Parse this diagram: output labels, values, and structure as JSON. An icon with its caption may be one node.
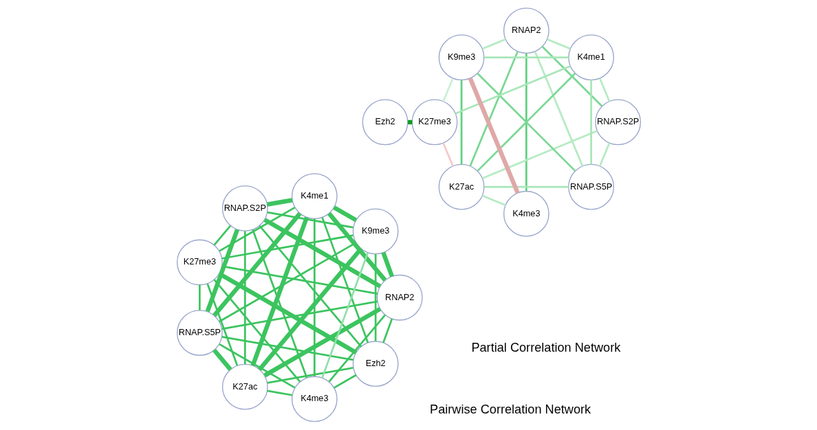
{
  "diagram": {
    "nodes": [
      {
        "text": [
          "Ezh2"
        ]
      },
      {
        "text": [
          "RNAP2"
        ]
      },
      {
        "text": [
          "K27ac"
        ]
      },
      {
        "text": [
          "RNAP.S5P"
        ]
      },
      {
        "text": [
          "K27me3"
        ]
      },
      {
        "text": [
          "RNAP.S2P"
        ]
      },
      {
        "text": [
          "K4me1"
        ]
      },
      {
        "text": [
          "K9me3"
        ]
      },
      {
        "text": [
          "K4me3"
        ]
      },
      {
        "text": [
          "Ezh2"
        ]
      },
      {
        "text": [
          "RNAP2"
        ]
      },
      {
        "text": [
          "K27ac"
        ]
      },
      {
        "text": [
          "RNAP.S5P"
        ]
      },
      {
        "text": [
          "K27me3"
        ]
      },
      {
        "text": [
          "RNAP.S2P"
        ]
      },
      {
        "text": [
          "K4me1"
        ]
      },
      {
        "text": [
          "K9me3"
        ]
      },
      {
        "text": [
          "K4me3"
        ]
      }
    ],
    "edges": [
      {
        "from": 0,
        "to": 1,
        "arrow": "none"
      },
      {
        "from": 0,
        "to": 2,
        "arrow": "none"
      },
      {
        "from": 0,
        "to": 3,
        "arrow": "none"
      },
      {
        "from": 0,
        "to": 4,
        "arrow": "none",
        "style": "thick"
      },
      {
        "from": 0,
        "to": 5,
        "arrow": "none"
      },
      {
        "from": 0,
        "to": 6,
        "arrow": "none"
      },
      {
        "from": 0,
        "to": 7,
        "arrow": "none"
      },
      {
        "from": 0,
        "to": 8,
        "arrow": "none"
      },
      {
        "from": 1,
        "to": 2,
        "arrow": "none",
        "style": "thick"
      },
      {
        "from": 1,
        "to": 3,
        "arrow": "none"
      },
      {
        "from": 1,
        "to": 4,
        "arrow": "none"
      },
      {
        "from": 1,
        "to": 5,
        "arrow": "none",
        "style": "thick"
      },
      {
        "from": 1,
        "to": 6,
        "arrow": "none",
        "style": "thick"
      },
      {
        "from": 1,
        "to": 7,
        "arrow": "none",
        "style": "thick"
      },
      {
        "from": 1,
        "to": 8,
        "arrow": "none"
      },
      {
        "from": 2,
        "to": 3,
        "arrow": "none",
        "style": "thick"
      },
      {
        "from": 2,
        "to": 4,
        "arrow": "none"
      },
      {
        "from": 2,
        "to": 5,
        "arrow": "none"
      },
      {
        "from": 2,
        "to": 6,
        "arrow": "none",
        "style": "thick"
      },
      {
        "from": 2,
        "to": 7,
        "arrow": "none",
        "style": "thick"
      },
      {
        "from": 2,
        "to": 8,
        "arrow": "none"
      },
      {
        "from": 3,
        "to": 4,
        "arrow": "none"
      },
      {
        "from": 3,
        "to": 5,
        "arrow": "none",
        "style": "thick"
      },
      {
        "from": 3,
        "to": 6,
        "arrow": "none",
        "style": "thick"
      },
      {
        "from": 3,
        "to": 7,
        "arrow": "none"
      },
      {
        "from": 3,
        "to": 8,
        "arrow": "none"
      },
      {
        "from": 4,
        "to": 5,
        "arrow": "none"
      },
      {
        "from": 4,
        "to": 6,
        "arrow": "none"
      },
      {
        "from": 4,
        "to": 7,
        "arrow": "none"
      },
      {
        "from": 4,
        "to": 8,
        "arrow": "none"
      },
      {
        "from": 5,
        "to": 6,
        "arrow": "none",
        "style": "thick"
      },
      {
        "from": 5,
        "to": 7,
        "arrow": "none"
      },
      {
        "from": 5,
        "to": 8,
        "arrow": "none"
      },
      {
        "from": 6,
        "to": 7,
        "arrow": "none",
        "style": "thick"
      },
      {
        "from": 6,
        "to": 8,
        "arrow": "none"
      },
      {
        "from": 7,
        "to": 8,
        "arrow": "none",
        "color": "#8fe0a8"
      },
      {
        "from": 9,
        "to": 13,
        "arrow": "none",
        "style": "thick",
        "color": "#0a9e1e"
      },
      {
        "from": 10,
        "to": 11,
        "arrow": "none",
        "color": "#7ad894"
      },
      {
        "from": 10,
        "to": 17,
        "arrow": "none",
        "color": "#5fd07f"
      },
      {
        "from": 10,
        "to": 14,
        "arrow": "none",
        "color": "#7ad894"
      },
      {
        "from": 10,
        "to": 12,
        "arrow": "none",
        "color": "#b5ebc3"
      },
      {
        "from": 10,
        "to": 16,
        "arrow": "none",
        "color": "#b5ebc3"
      },
      {
        "from": 10,
        "to": 15,
        "arrow": "none",
        "color": "#b5ebc3"
      },
      {
        "from": 11,
        "to": 16,
        "arrow": "none",
        "color": "#5fd07f"
      },
      {
        "from": 11,
        "to": 12,
        "arrow": "none",
        "color": "#a8e6b8"
      },
      {
        "from": 11,
        "to": 15,
        "arrow": "none",
        "color": "#7ad894"
      },
      {
        "from": 11,
        "to": 14,
        "arrow": "none",
        "color": "#b5ebc3"
      },
      {
        "from": 11,
        "to": 17,
        "arrow": "none",
        "color": "#b5ebc3"
      },
      {
        "from": 11,
        "to": 13,
        "arrow": "none",
        "color": "#f5c8c8"
      },
      {
        "from": 12,
        "to": 15,
        "arrow": "none",
        "color": "#a8e6b8"
      },
      {
        "from": 12,
        "to": 16,
        "arrow": "none",
        "color": "#7ad894"
      },
      {
        "from": 12,
        "to": 14,
        "arrow": "none",
        "color": "#b5ebc3"
      },
      {
        "from": 14,
        "to": 15,
        "arrow": "none",
        "color": "#b5ebc3"
      },
      {
        "from": 16,
        "to": 15,
        "arrow": "none",
        "color": "#a8e6b8"
      },
      {
        "from": 16,
        "to": 13,
        "arrow": "none",
        "color": "#c8f0d2"
      },
      {
        "from": 13,
        "to": 15,
        "arrow": "none",
        "color": "#a8e6b8"
      },
      {
        "from": 16,
        "to": 17,
        "arrow": "none",
        "style": "thick",
        "color": "#e0a8a8"
      }
    ],
    "labels": [
      "Pairwise Correlation Network",
      "Partial Correlation Network"
    ]
  }
}
